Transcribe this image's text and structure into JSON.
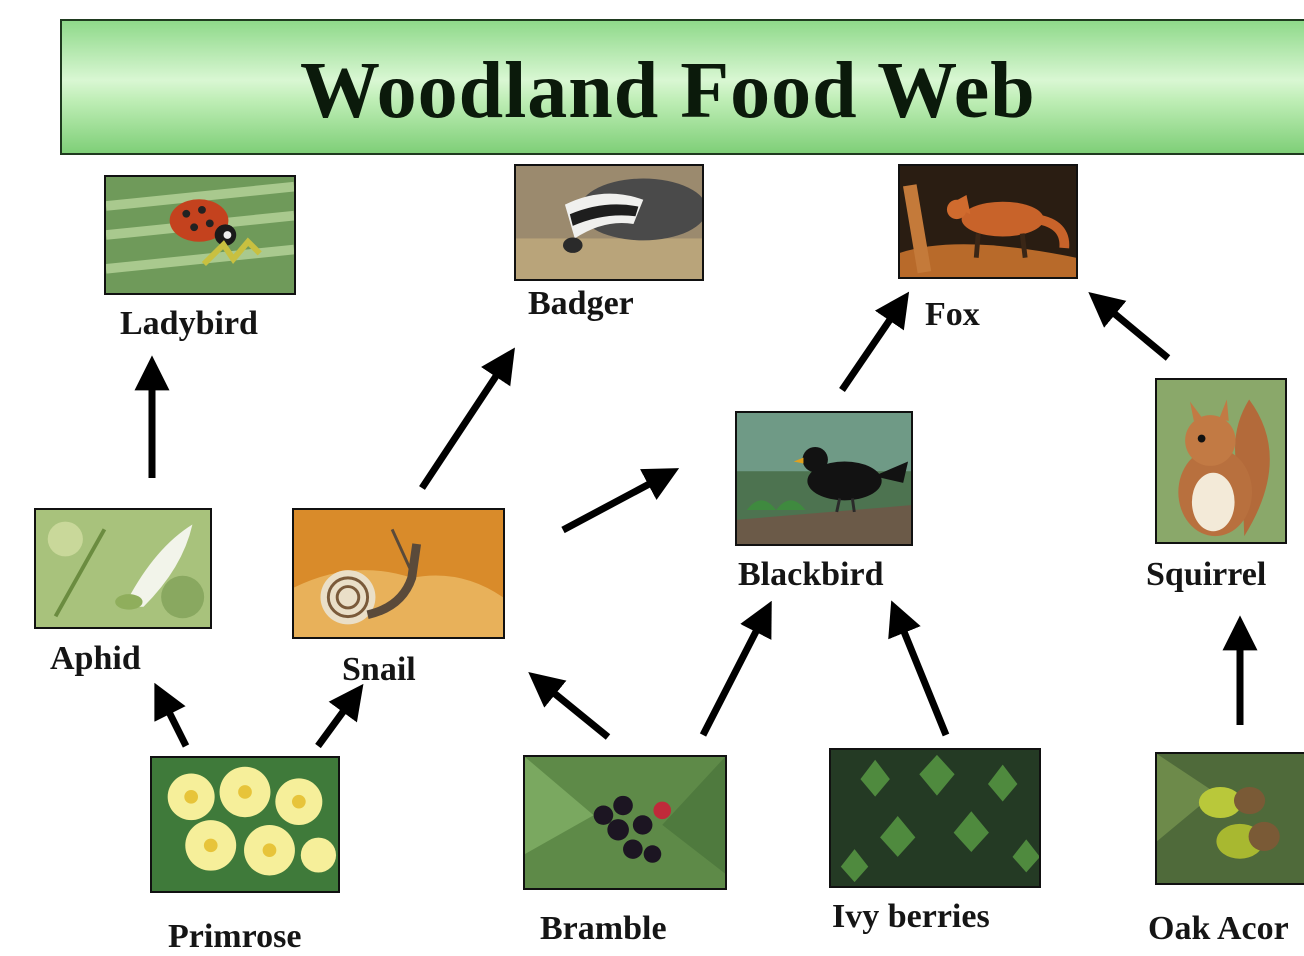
{
  "title": "Woodland  Food Web",
  "organisms": {
    "ladybird": "Ladybird",
    "badger": "Badger",
    "fox": "Fox",
    "aphid": "Aphid",
    "snail": "Snail",
    "blackbird": "Blackbird",
    "squirrel": "Squirrel",
    "primrose": "Primrose",
    "bramble": "Bramble",
    "ivy": "Ivy berries",
    "oak": "Oak Acor"
  },
  "links": [
    {
      "from": "Aphid",
      "to": "Ladybird"
    },
    {
      "from": "Snail",
      "to": "Badger"
    },
    {
      "from": "Snail",
      "to": "Blackbird"
    },
    {
      "from": "Blackbird",
      "to": "Fox"
    },
    {
      "from": "Squirrel",
      "to": "Fox"
    },
    {
      "from": "Primrose",
      "to": "Aphid"
    },
    {
      "from": "Primrose",
      "to": "Snail"
    },
    {
      "from": "Bramble",
      "to": "Snail"
    },
    {
      "from": "Bramble",
      "to": "Blackbird"
    },
    {
      "from": "Ivy berries",
      "to": "Blackbird"
    },
    {
      "from": "Oak Acor",
      "to": "Squirrel"
    }
  ],
  "colors": {
    "banner_top": "#8fd98a",
    "banner_mid": "#d9f7d3",
    "text": "#151515"
  }
}
